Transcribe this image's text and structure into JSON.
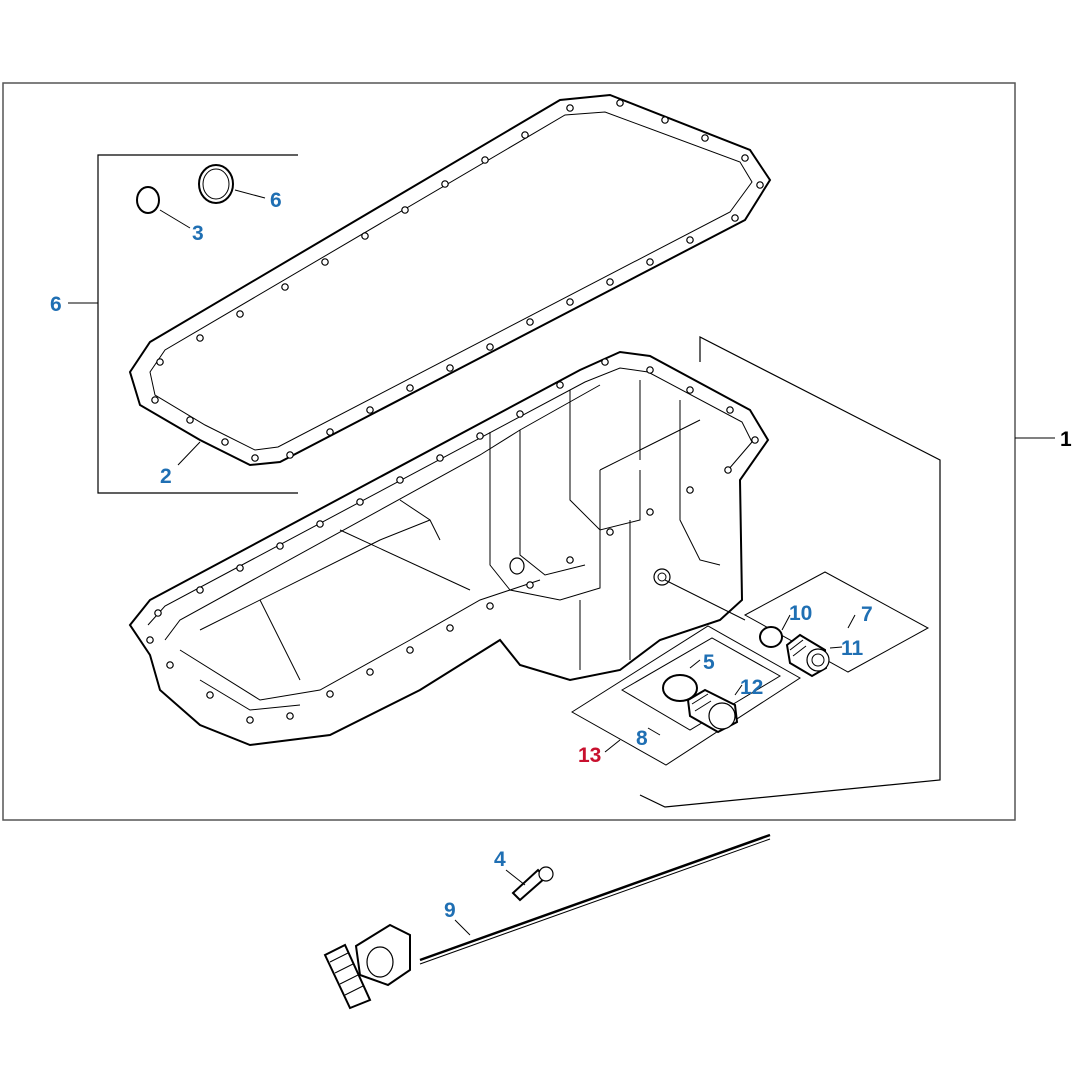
{
  "colors": {
    "callout_blue": "#1f6fb3",
    "callout_red": "#c8102e",
    "callout_black": "#000000",
    "line": "#000000",
    "background": "#ffffff"
  },
  "callouts": {
    "c1": "1",
    "c2": "2",
    "c3": "3",
    "c4": "4",
    "c5": "5",
    "c6_left": "6",
    "c6_ring": "6",
    "c7": "7",
    "c8": "8",
    "c9": "9",
    "c10": "10",
    "c11": "11",
    "c12": "12",
    "c13": "13"
  }
}
